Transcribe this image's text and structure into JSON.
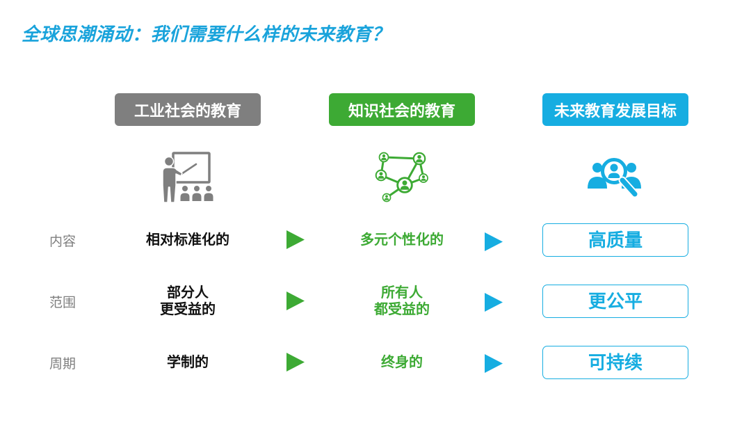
{
  "slide": {
    "title": "全球思潮涌动：我们需要什么样的未来教育？"
  },
  "colors": {
    "accent": "#19A3DB",
    "industrial": "#7F7F7F",
    "knowledge": "#3DAA34",
    "future": "#16ADE1",
    "label": "#7F7F7F",
    "text": "#111111"
  },
  "columns": [
    {
      "header": "工业社会的教育",
      "icon": "teacher-blackboard-icon"
    },
    {
      "header": "知识社会的教育",
      "icon": "people-network-icon"
    },
    {
      "header": "未来教育发展目标",
      "icon": "people-search-icon"
    }
  ],
  "rows": [
    {
      "label": "内容",
      "cells": [
        [
          "相对标准化的"
        ],
        [
          "多元个性化的"
        ],
        [
          "高质量"
        ]
      ]
    },
    {
      "label": "范围",
      "cells": [
        [
          "部分人",
          "更受益的"
        ],
        [
          "所有人",
          "都受益的"
        ],
        [
          "更公平"
        ]
      ]
    },
    {
      "label": "周期",
      "cells": [
        [
          "学制的"
        ],
        [
          "终身的"
        ],
        [
          "可持续"
        ]
      ]
    }
  ],
  "transition_icon": "triangle-right-icon"
}
